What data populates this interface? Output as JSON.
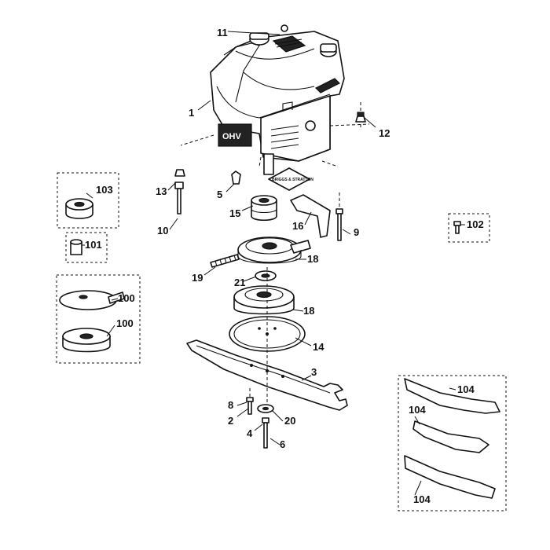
{
  "engine_text": {
    "ohv": "OHV",
    "brand": "BRIGGS & STRATTON"
  },
  "callouts": {
    "c1": "1",
    "c2": "2",
    "c3": "3",
    "c4": "4",
    "c5": "5",
    "c6": "6",
    "c8": "8",
    "c9": "9",
    "c10": "10",
    "c11": "11",
    "c12": "12",
    "c13": "13",
    "c14": "14",
    "c15": "15",
    "c16": "16",
    "c18a": "18",
    "c18b": "18",
    "c19": "19",
    "c20": "20",
    "c21": "21",
    "c100a": "100",
    "c100b": "100",
    "c101": "101",
    "c102": "102",
    "c103": "103",
    "c104a": "104",
    "c104b": "104",
    "c104c": "104"
  }
}
